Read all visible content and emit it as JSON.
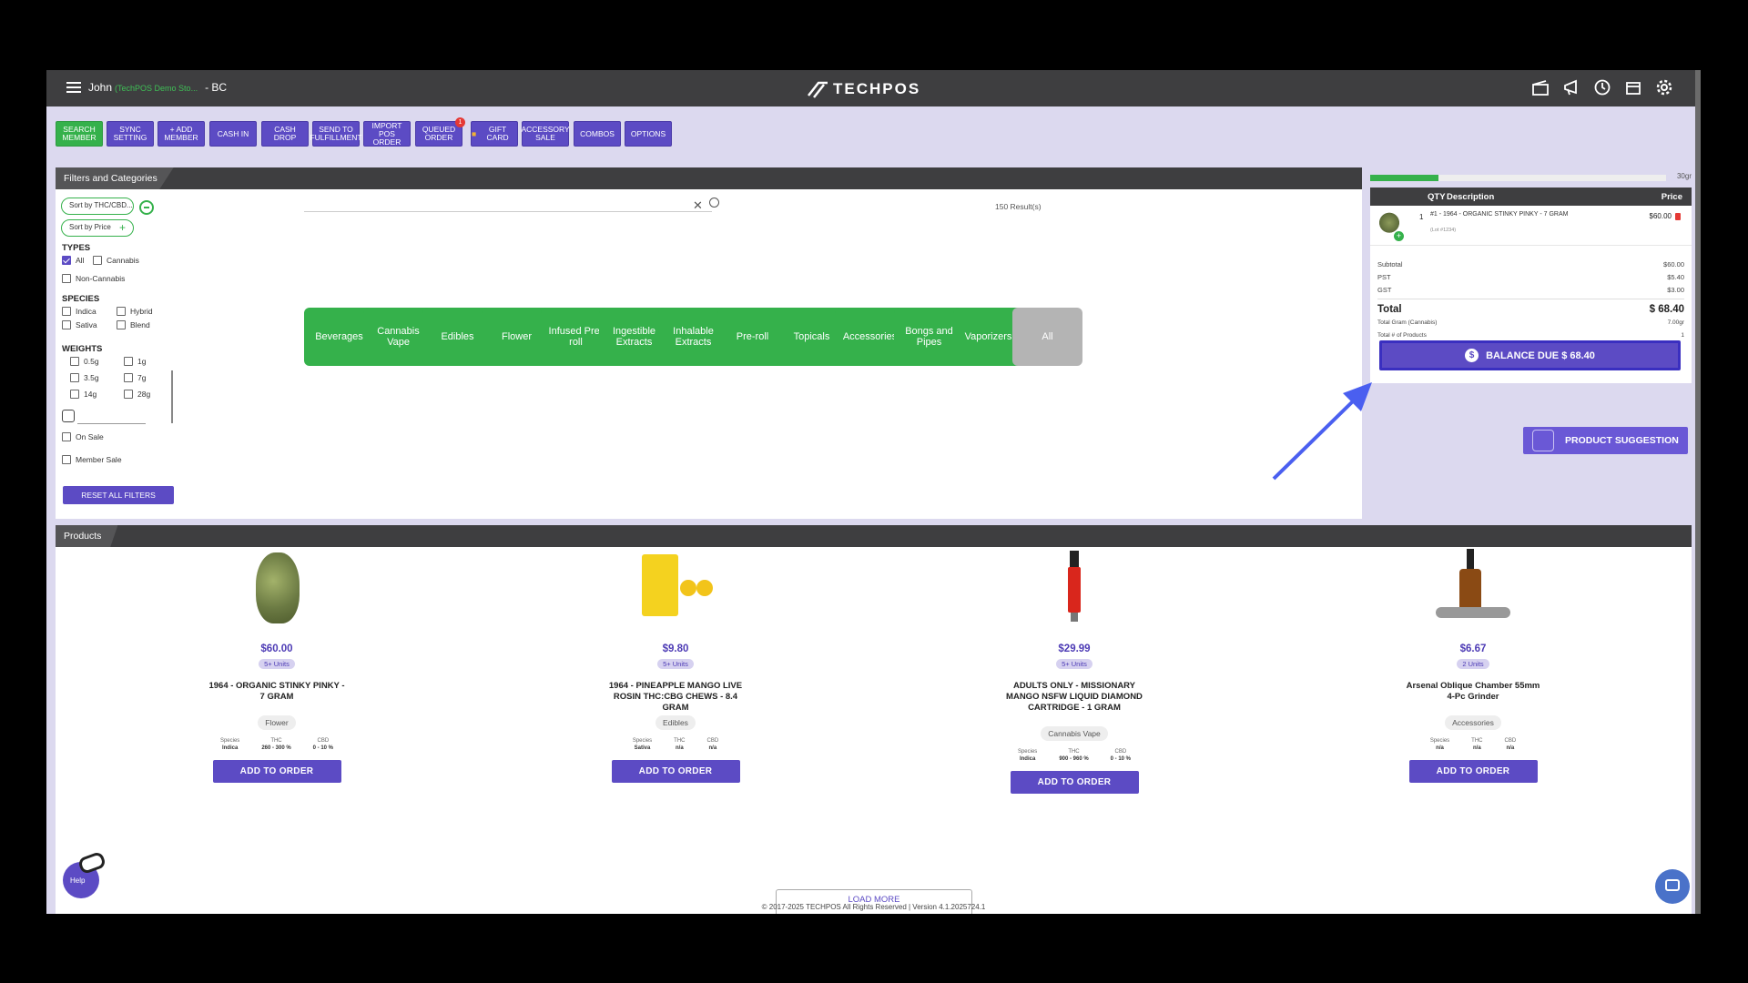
{
  "header": {
    "user": "John",
    "store": "(TechPOS Demo Sto...",
    "province": "- BC",
    "logo": "TECHPOS"
  },
  "actions": [
    {
      "label": "SEARCH MEMBER",
      "color": "green"
    },
    {
      "label": "SYNC SETTING"
    },
    {
      "label": "+ ADD MEMBER"
    },
    {
      "label": "CASH IN"
    },
    {
      "label": "CASH DROP"
    },
    {
      "label": "SEND TO FULFILLMENT"
    },
    {
      "label": "IMPORT POS ORDER"
    },
    {
      "label": "QUEUED ORDER",
      "badge": "1"
    },
    {
      "label": "GIFT CARD"
    },
    {
      "label": "ACCESSORY SALE"
    },
    {
      "label": "COMBOS"
    },
    {
      "label": "OPTIONS"
    }
  ],
  "filters": {
    "title": "Filters and Categories",
    "sort_thc": "Sort by THC/CBD...",
    "sort_price": "Sort by Price",
    "types_label": "TYPES",
    "types": [
      "All",
      "Cannabis",
      "Non-Cannabis"
    ],
    "species_label": "SPECIES",
    "species": [
      "Indica",
      "Hybrid",
      "Sativa",
      "Blend"
    ],
    "weights_label": "WEIGHTS",
    "weights": [
      "0.5g",
      "1g",
      "3.5g",
      "7g",
      "14g",
      "28g"
    ],
    "on_sale": "On Sale",
    "member_sale": "Member Sale",
    "reset": "RESET ALL FILTERS",
    "results": "150 Result(s)"
  },
  "categories": [
    "Beverages",
    "Cannabis Vape",
    "Edibles",
    "Flower",
    "Infused Pre-roll",
    "Ingestible Extracts",
    "Inhalable Extracts",
    "Pre-roll",
    "Topicals",
    "Accessories",
    "Bongs and Pipes",
    "Vaporizers",
    "All"
  ],
  "order": {
    "progress_fraction": 0.23,
    "progress_label": "30gr",
    "qty_header": "QTY",
    "desc_header": "Description",
    "price_header": "Price",
    "line_qty": "1",
    "line_name": "#1 - 1964 - ORGANIC STINKY PINKY - 7 GRAM",
    "line_lot": "(Lot #1234)",
    "line_price": "$60.00",
    "subtotal_label": "Subtotal",
    "subtotal": "$60.00",
    "pst_label": "PST",
    "pst": "$5.40",
    "gst_label": "GST",
    "gst": "$3.00",
    "total_label": "Total",
    "total": "$ 68.40",
    "grams_label": "Total Gram (Cannabis)",
    "grams": "7.00gr",
    "count_label": "Total # of Products",
    "count": "1",
    "balance": "BALANCE DUE $ 68.40",
    "suggestion": "PRODUCT SUGGESTION"
  },
  "products_title": "Products",
  "products": [
    {
      "price": "$60.00",
      "units": "5+ Units",
      "name": "1964 - ORGANIC STINKY PINKY - 7 GRAM",
      "tag": "Flower",
      "species": "Indica",
      "thc": "260 - 300 %",
      "cbd": "0 - 10 %"
    },
    {
      "price": "$9.80",
      "units": "5+ Units",
      "name": "1964 - PINEAPPLE MANGO LIVE ROSIN THC:CBG CHEWS - 8.4 GRAM",
      "tag": "Edibles",
      "species": "Sativa",
      "thc": "n/a",
      "cbd": "n/a"
    },
    {
      "price": "$29.99",
      "units": "5+ Units",
      "name": "ADULTS ONLY - MISSIONARY MANGO NSFW LIQUID DIAMOND CARTRIDGE - 1 GRAM",
      "tag": "Cannabis Vape",
      "species": "Indica",
      "thc": "900 - 960 %",
      "cbd": "0 - 10 %"
    },
    {
      "price": "$6.67",
      "units": "2 Units",
      "name": "Arsenal Oblique Chamber 55mm 4-Pc Grinder",
      "tag": "Accessories",
      "species": "n/a",
      "thc": "n/a",
      "cbd": "n/a"
    }
  ],
  "stat_labels": {
    "species": "Species",
    "thc": "THC",
    "cbd": "CBD"
  },
  "add_label": "ADD TO ORDER",
  "load_more": "LOAD MORE",
  "footer": "© 2017-2025 TECHPOS All Rights Reserved | Version 4.1.2025724.1",
  "help": "Help"
}
